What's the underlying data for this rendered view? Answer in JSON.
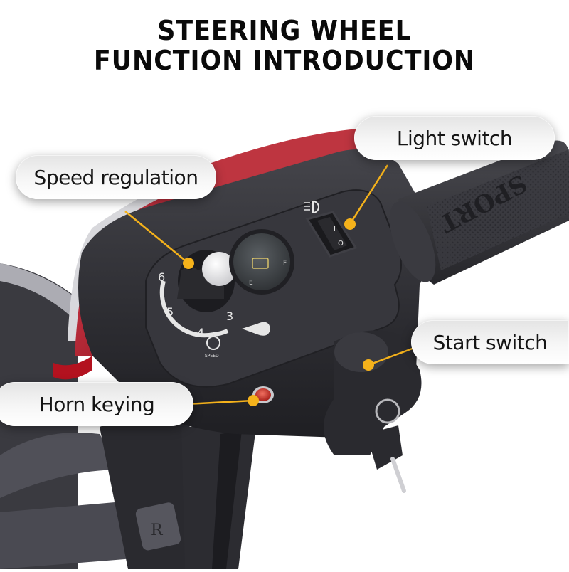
{
  "title": {
    "line1": "STEERING WHEEL",
    "line2": "FUNCTION INTRODUCTION"
  },
  "callouts": [
    {
      "id": "speed",
      "label": "Speed regulation"
    },
    {
      "id": "light",
      "label": "Light switch"
    },
    {
      "id": "start",
      "label": "Start switch"
    },
    {
      "id": "horn",
      "label": "Horn keying"
    }
  ],
  "device": {
    "grip_text": "SPORT",
    "speed_dial_marks": [
      "3",
      "4",
      "5",
      "6"
    ],
    "speed_icon_label": "SPEED",
    "gauge_marks": [
      "E",
      "F"
    ],
    "rocker_marks": [
      "I",
      "O"
    ],
    "lever_mark": "R"
  },
  "colors": {
    "accent": "#f5b21b",
    "body": "#2e2e33",
    "trim_red": "#b3121f",
    "callout_text": "#151515",
    "title_text": "#0a0a0a"
  }
}
